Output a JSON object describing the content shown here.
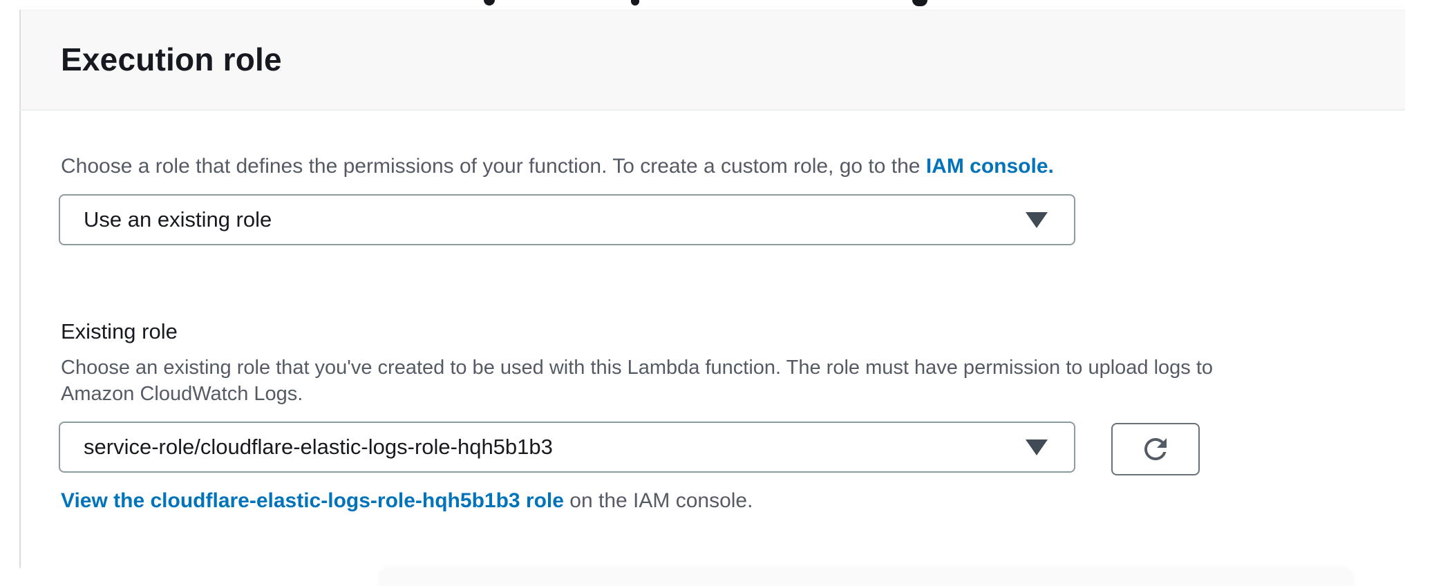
{
  "panel": {
    "title": "Execution role",
    "intro": {
      "text_before": "Choose a role that defines the permissions of your function. To create a custom role, go to the ",
      "link_label": "IAM console",
      "suffix": "."
    },
    "role_source_select": {
      "value": "Use an existing role"
    },
    "existing_role": {
      "label": "Existing role",
      "description_line1": "Choose an existing role that you've created to be used with this Lambda function. The role must have permission to upload logs to",
      "description_line2": "Amazon CloudWatch Logs.",
      "select_value": "service-role/cloudflare-elastic-logs-role-hqh5b1b3",
      "view_link_label": "View the cloudflare-elastic-logs-role-hqh5b1b3 role",
      "view_link_suffix": " on the IAM console."
    }
  },
  "icons": {
    "caret": "caret-down-icon",
    "refresh": "refresh-icon"
  },
  "colors": {
    "link_blue": "#0073bb",
    "text_dark": "#16191f",
    "text_secondary": "#545b64",
    "header_bg": "#f8f8f8",
    "divider": "#eaeded",
    "field_border": "#8d9aa0",
    "button_border": "#687078"
  }
}
